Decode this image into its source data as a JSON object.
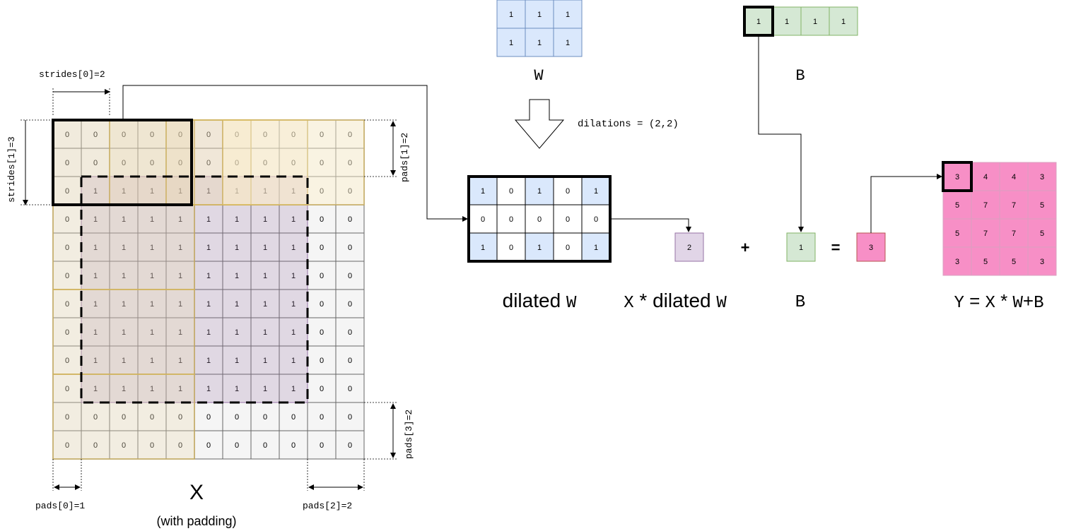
{
  "x_grid": {
    "rows": [
      [
        "0",
        "0",
        "0",
        "0",
        "0",
        "0",
        "0",
        "0",
        "0",
        "0",
        "0"
      ],
      [
        "0",
        "0",
        "0",
        "0",
        "0",
        "0",
        "0",
        "0",
        "0",
        "0",
        "0"
      ],
      [
        "0",
        "1",
        "1",
        "1",
        "1",
        "1",
        "1",
        "1",
        "1",
        "0",
        "0"
      ],
      [
        "0",
        "1",
        "1",
        "1",
        "1",
        "1",
        "1",
        "1",
        "1",
        "0",
        "0"
      ],
      [
        "0",
        "1",
        "1",
        "1",
        "1",
        "1",
        "1",
        "1",
        "1",
        "0",
        "0"
      ],
      [
        "0",
        "1",
        "1",
        "1",
        "1",
        "1",
        "1",
        "1",
        "1",
        "0",
        "0"
      ],
      [
        "0",
        "1",
        "1",
        "1",
        "1",
        "1",
        "1",
        "1",
        "1",
        "0",
        "0"
      ],
      [
        "0",
        "1",
        "1",
        "1",
        "1",
        "1",
        "1",
        "1",
        "1",
        "0",
        "0"
      ],
      [
        "0",
        "1",
        "1",
        "1",
        "1",
        "1",
        "1",
        "1",
        "1",
        "0",
        "0"
      ],
      [
        "0",
        "1",
        "1",
        "1",
        "1",
        "1",
        "1",
        "1",
        "1",
        "0",
        "0"
      ],
      [
        "0",
        "0",
        "0",
        "0",
        "0",
        "0",
        "0",
        "0",
        "0",
        "0",
        "0"
      ],
      [
        "0",
        "0",
        "0",
        "0",
        "0",
        "0",
        "0",
        "0",
        "0",
        "0",
        "0"
      ]
    ],
    "label": "X",
    "sublabel": "(with padding)"
  },
  "w_grid": {
    "rows": [
      [
        "1",
        "1",
        "1"
      ],
      [
        "1",
        "1",
        "1"
      ]
    ],
    "label": "W"
  },
  "b_vector": {
    "values": [
      "1",
      "1",
      "1",
      "1"
    ],
    "label": "B"
  },
  "dilated_w": {
    "rows": [
      [
        "1",
        "0",
        "1",
        "0",
        "1"
      ],
      [
        "0",
        "0",
        "0",
        "0",
        "0"
      ],
      [
        "1",
        "0",
        "1",
        "0",
        "1"
      ]
    ],
    "label_text": "dilated ",
    "label_var": "W"
  },
  "y_grid": {
    "rows": [
      [
        "3",
        "4",
        "4",
        "3"
      ],
      [
        "5",
        "7",
        "7",
        "5"
      ],
      [
        "5",
        "7",
        "7",
        "5"
      ],
      [
        "3",
        "5",
        "5",
        "3"
      ]
    ]
  },
  "equation": {
    "product_value": "2",
    "plus": "+",
    "bias_value": "1",
    "equals": "=",
    "result_value": "3",
    "product_label_var1": "X",
    "product_label_star": " * ",
    "product_label_text": "dilated ",
    "product_label_var2": "W",
    "bias_label": "B",
    "y_label_y": "Y",
    "y_label_eq": " = ",
    "y_label_x": "X",
    "y_label_star": " * ",
    "y_label_w": "W",
    "y_label_plus": "+",
    "y_label_b": "B"
  },
  "annotations": {
    "dilations": "dilations = (2,2)",
    "strides0": "strides[0]=2",
    "strides1": "strides[1]=3",
    "pads0": "pads[0]=1",
    "pads1": "pads[1]=2",
    "pads2": "pads[2]=2",
    "pads3": "pads[3]=2"
  },
  "colors": {
    "grid_fill": "#f5f5f5",
    "grid_stroke": "#666666",
    "w_fill": "#dae8fc",
    "w_stroke": "#6c8ebf",
    "b_fill": "#d5e8d4",
    "b_stroke": "#82b366",
    "purple_fill": "#e1d5e7",
    "purple_stroke": "#9673a6",
    "pink_fill": "#f78fc6",
    "pink_stroke": "#b85450",
    "tan_fill": "#ecd9b3",
    "tan_stroke": "#d6b656",
    "yellow_fill": "#fff2cc"
  }
}
